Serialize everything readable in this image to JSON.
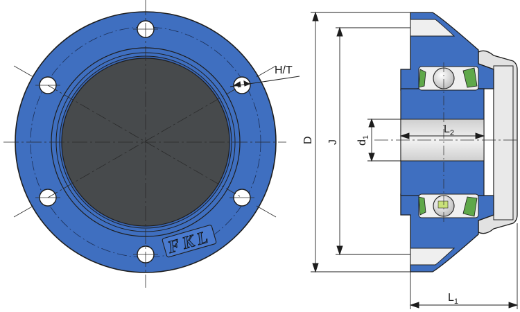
{
  "labels": {
    "hole_callout": "H/T",
    "outer_diameter": "D",
    "bolt_circle": "J",
    "bore": "d",
    "bore_sub": "1",
    "length_insert": "L",
    "length_insert_sub": "2",
    "length_overall": "L",
    "length_overall_sub": "1"
  },
  "logo_text": "FKL",
  "colors": {
    "flange_blue": "#3f6fc0",
    "cover_dark": "#474a4c",
    "steel_light": "#e6e6e6",
    "seal_green": "#5fa84a",
    "line": "#222222"
  }
}
